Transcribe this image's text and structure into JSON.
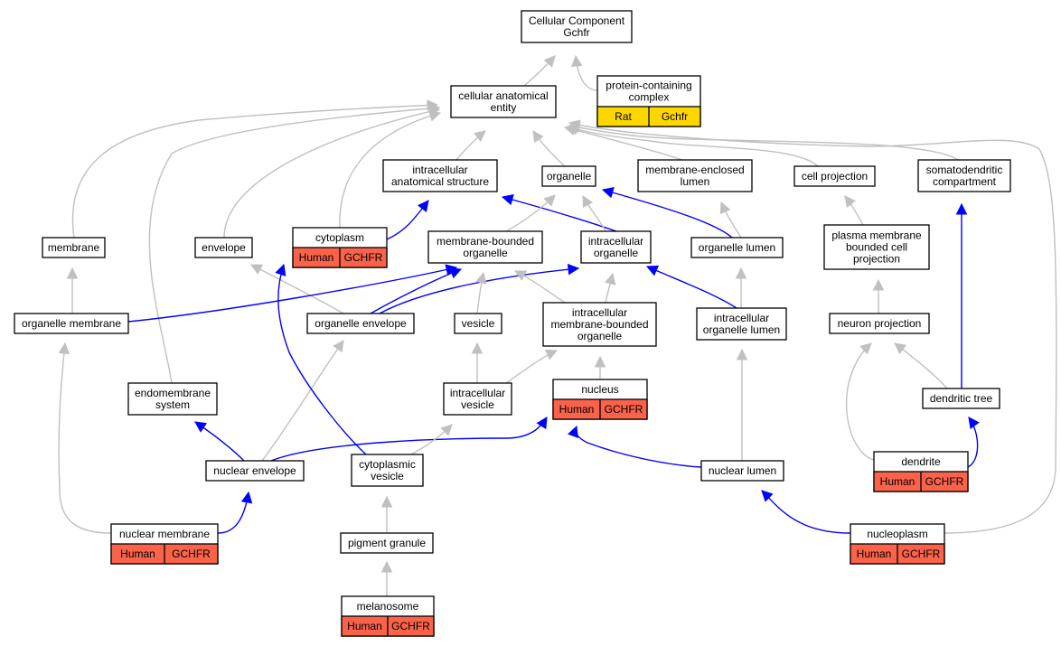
{
  "colors": {
    "human_fill": "#fa6249",
    "rat_fill": "#ffd700",
    "is_a_edge": "#c0c0c0",
    "part_of_edge": "#0000ff"
  },
  "nodes": [
    {
      "id": "cc",
      "lines": [
        "Cellular Component",
        "Gchfr"
      ]
    },
    {
      "id": "pcc",
      "lines": [
        "protein-containing",
        "complex"
      ],
      "species": "Rat",
      "gene": "Gchfr"
    },
    {
      "id": "cae",
      "lines": [
        "cellular anatomical",
        "entity"
      ]
    },
    {
      "id": "ias",
      "lines": [
        "intracellular",
        "anatomical structure"
      ]
    },
    {
      "id": "organelle",
      "lines": [
        "organelle"
      ]
    },
    {
      "id": "mel",
      "lines": [
        "membrane-enclosed",
        "lumen"
      ]
    },
    {
      "id": "cellproj",
      "lines": [
        "cell projection"
      ]
    },
    {
      "id": "sdc",
      "lines": [
        "somatodendritic",
        "compartment"
      ]
    },
    {
      "id": "membrane",
      "lines": [
        "membrane"
      ]
    },
    {
      "id": "envelope",
      "lines": [
        "envelope"
      ]
    },
    {
      "id": "cytoplasm",
      "lines": [
        "cytoplasm"
      ],
      "species": "Human",
      "gene": "GCHFR"
    },
    {
      "id": "mbo",
      "lines": [
        "membrane-bounded",
        "organelle"
      ]
    },
    {
      "id": "io",
      "lines": [
        "intracellular",
        "organelle"
      ]
    },
    {
      "id": "ol",
      "lines": [
        "organelle lumen"
      ]
    },
    {
      "id": "pmbcp",
      "lines": [
        "plasma membrane",
        "bounded cell",
        "projection"
      ]
    },
    {
      "id": "om",
      "lines": [
        "organelle membrane"
      ]
    },
    {
      "id": "oe",
      "lines": [
        "organelle envelope"
      ]
    },
    {
      "id": "vesicle",
      "lines": [
        "vesicle"
      ]
    },
    {
      "id": "imbo",
      "lines": [
        "intracellular",
        "membrane-bounded",
        "organelle"
      ]
    },
    {
      "id": "iol",
      "lines": [
        "intracellular",
        "organelle lumen"
      ]
    },
    {
      "id": "np",
      "lines": [
        "neuron projection"
      ]
    },
    {
      "id": "es",
      "lines": [
        "endomembrane",
        "system"
      ]
    },
    {
      "id": "iv",
      "lines": [
        "intracellular",
        "vesicle"
      ]
    },
    {
      "id": "nucleus",
      "lines": [
        "nucleus"
      ],
      "species": "Human",
      "gene": "GCHFR"
    },
    {
      "id": "dt",
      "lines": [
        "dendritic tree"
      ]
    },
    {
      "id": "ne",
      "lines": [
        "nuclear envelope"
      ]
    },
    {
      "id": "cv",
      "lines": [
        "cytoplasmic",
        "vesicle"
      ]
    },
    {
      "id": "nl",
      "lines": [
        "nuclear lumen"
      ]
    },
    {
      "id": "dendrite",
      "lines": [
        "dendrite"
      ],
      "species": "Human",
      "gene": "GCHFR"
    },
    {
      "id": "nm",
      "lines": [
        "nuclear membrane"
      ],
      "species": "Human",
      "gene": "GCHFR"
    },
    {
      "id": "pg",
      "lines": [
        "pigment granule"
      ]
    },
    {
      "id": "nucleoplasm",
      "lines": [
        "nucleoplasm"
      ],
      "species": "Human",
      "gene": "GCHFR"
    },
    {
      "id": "melanosome",
      "lines": [
        "melanosome"
      ],
      "species": "Human",
      "gene": "GCHFR"
    }
  ],
  "edges": [
    {
      "from": "pcc",
      "to": "cc",
      "rel": "is_a"
    },
    {
      "from": "cae",
      "to": "cc",
      "rel": "is_a"
    },
    {
      "from": "ias",
      "to": "cae",
      "rel": "is_a"
    },
    {
      "from": "organelle",
      "to": "cae",
      "rel": "is_a"
    },
    {
      "from": "mel",
      "to": "cae",
      "rel": "is_a"
    },
    {
      "from": "cellproj",
      "to": "cae",
      "rel": "is_a"
    },
    {
      "from": "sdc",
      "to": "cae",
      "rel": "is_a"
    },
    {
      "from": "membrane",
      "to": "cae",
      "rel": "is_a"
    },
    {
      "from": "envelope",
      "to": "cae",
      "rel": "is_a"
    },
    {
      "from": "cytoplasm",
      "to": "cae",
      "rel": "is_a"
    },
    {
      "from": "es",
      "to": "cae",
      "rel": "is_a"
    },
    {
      "from": "nucleoplasm",
      "to": "cae",
      "rel": "is_a"
    },
    {
      "from": "cytoplasm",
      "to": "ias",
      "rel": "part_of"
    },
    {
      "from": "io",
      "to": "ias",
      "rel": "part_of"
    },
    {
      "from": "mbo",
      "to": "organelle",
      "rel": "is_a"
    },
    {
      "from": "io",
      "to": "organelle",
      "rel": "is_a"
    },
    {
      "from": "ol",
      "to": "organelle",
      "rel": "part_of"
    },
    {
      "from": "ol",
      "to": "mel",
      "rel": "is_a"
    },
    {
      "from": "pmbcp",
      "to": "cellproj",
      "rel": "is_a"
    },
    {
      "from": "dt",
      "to": "sdc",
      "rel": "part_of"
    },
    {
      "from": "om",
      "to": "membrane",
      "rel": "is_a"
    },
    {
      "from": "oe",
      "to": "envelope",
      "rel": "is_a"
    },
    {
      "from": "om",
      "to": "mbo",
      "rel": "part_of"
    },
    {
      "from": "oe",
      "to": "mbo",
      "rel": "part_of"
    },
    {
      "from": "oe",
      "to": "io",
      "rel": "part_of"
    },
    {
      "from": "vesicle",
      "to": "mbo",
      "rel": "is_a"
    },
    {
      "from": "imbo",
      "to": "mbo",
      "rel": "is_a"
    },
    {
      "from": "imbo",
      "to": "io",
      "rel": "is_a"
    },
    {
      "from": "iol",
      "to": "io",
      "rel": "part_of"
    },
    {
      "from": "iol",
      "to": "ol",
      "rel": "is_a"
    },
    {
      "from": "np",
      "to": "pmbcp",
      "rel": "is_a"
    },
    {
      "from": "iv",
      "to": "vesicle",
      "rel": "is_a"
    },
    {
      "from": "iv",
      "to": "imbo",
      "rel": "is_a"
    },
    {
      "from": "nucleus",
      "to": "imbo",
      "rel": "is_a"
    },
    {
      "from": "dt",
      "to": "np",
      "rel": "is_a"
    },
    {
      "from": "dendrite",
      "to": "np",
      "rel": "is_a"
    },
    {
      "from": "dendrite",
      "to": "dt",
      "rel": "part_of"
    },
    {
      "from": "ne",
      "to": "oe",
      "rel": "is_a"
    },
    {
      "from": "ne",
      "to": "es",
      "rel": "part_of"
    },
    {
      "from": "ne",
      "to": "nucleus",
      "rel": "part_of"
    },
    {
      "from": "cv",
      "to": "cytoplasm",
      "rel": "part_of"
    },
    {
      "from": "cv",
      "to": "iv",
      "rel": "is_a"
    },
    {
      "from": "nl",
      "to": "iol",
      "rel": "is_a"
    },
    {
      "from": "nl",
      "to": "nucleus",
      "rel": "part_of"
    },
    {
      "from": "nm",
      "to": "om",
      "rel": "is_a"
    },
    {
      "from": "nm",
      "to": "ne",
      "rel": "part_of"
    },
    {
      "from": "pg",
      "to": "cv",
      "rel": "is_a"
    },
    {
      "from": "nucleoplasm",
      "to": "nl",
      "rel": "part_of"
    },
    {
      "from": "melanosome",
      "to": "pg",
      "rel": "is_a"
    }
  ]
}
